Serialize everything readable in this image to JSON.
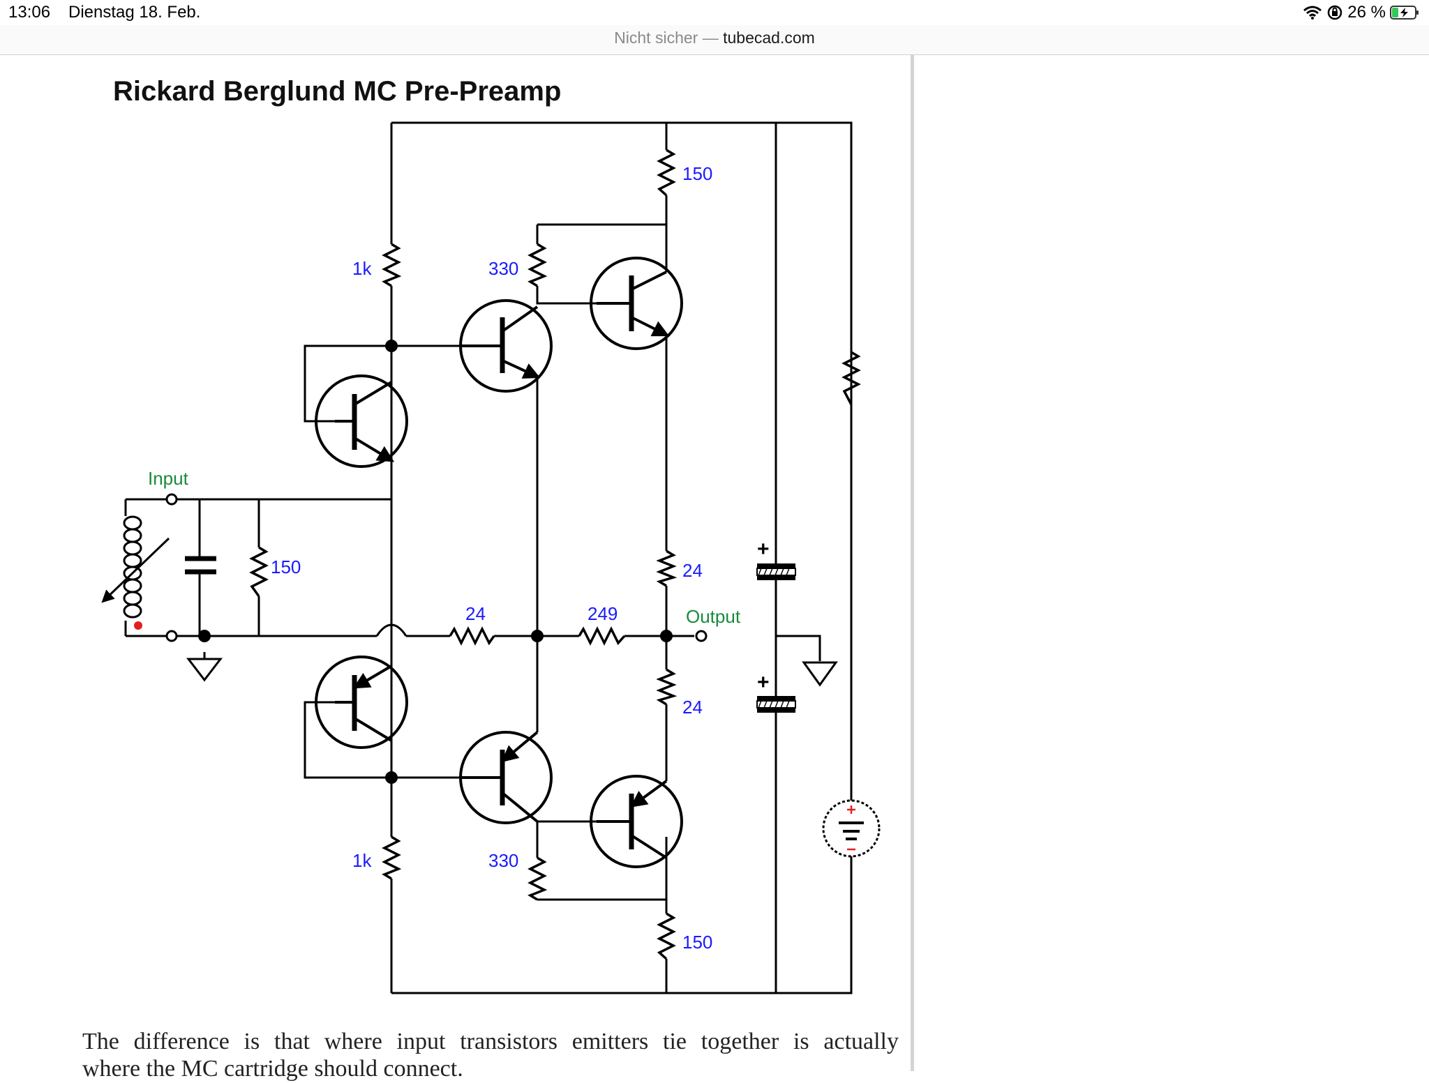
{
  "status_bar": {
    "time": "13:06",
    "date": "Dienstag 18. Feb.",
    "battery": "26 %",
    "icons": [
      "wifi-icon",
      "orientation-lock-icon",
      "battery-charging-icon"
    ]
  },
  "url_bar": {
    "security": "Nicht sicher",
    "separator": "—",
    "domain": "tubecad.com"
  },
  "article": {
    "schematic_title": "Rickard Berglund MC Pre-Preamp",
    "paragraph_line1": "The difference is that where input transistors emitters tie together is actually",
    "paragraph_line2": "where the MC cartridge should connect."
  },
  "schematic": {
    "label_color": "#1a1aff",
    "io_label_color": "#1a8a3a",
    "labels": {
      "input": "Input",
      "output": "Output",
      "r_top_150": "150",
      "r_1k_top": "1k",
      "r_330_top": "330",
      "r_in_150": "150",
      "r_24_left": "24",
      "r_249": "249",
      "r_24_top": "24",
      "r_24_bottom": "24",
      "r_1k_bottom": "1k",
      "r_330_bottom": "330",
      "r_bottom_150": "150",
      "cap_plus_top": "+",
      "cap_plus_bottom": "+"
    }
  }
}
